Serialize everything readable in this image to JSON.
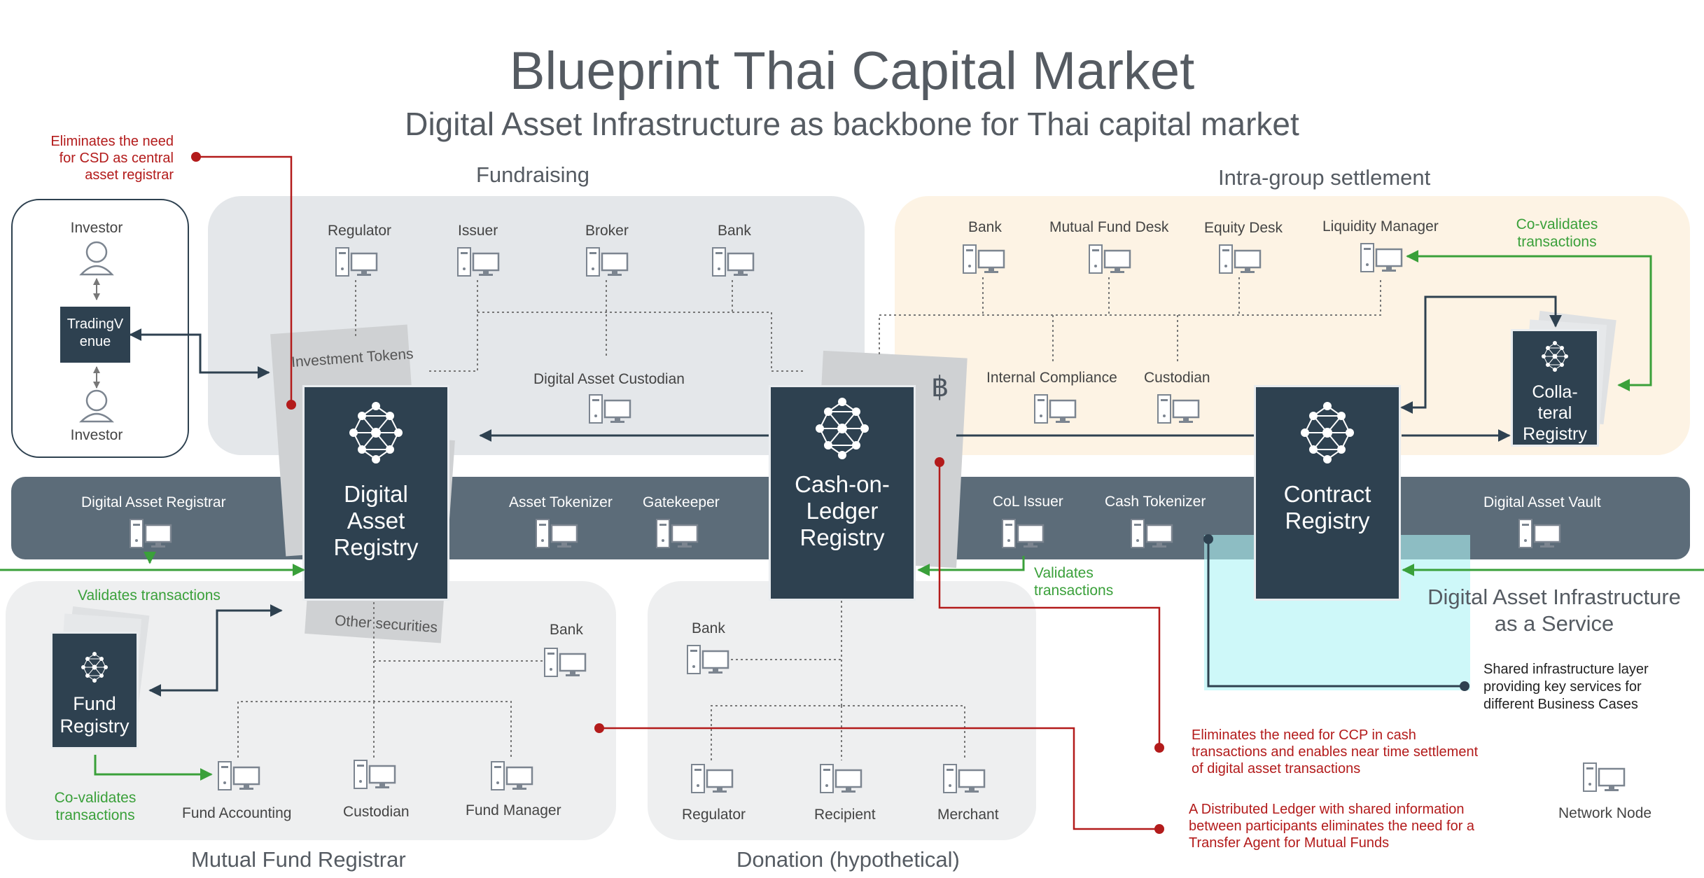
{
  "header": {
    "title": "Blueprint Thai Capital Market",
    "subtitle": "Digital Asset Infrastructure as backbone for Thai capital market"
  },
  "sections": {
    "fundraising": "Fundraising",
    "intra_group": "Intra-group settlement",
    "mutual_fund_registrar": "Mutual Fund Registrar",
    "donation": "Donation (hypothetical)"
  },
  "investor_box": {
    "investor_top": "Investor",
    "trading_venue_line1": "TradingV",
    "trading_venue_line2": "enue",
    "investor_bottom": "Investor"
  },
  "fundraising_nodes": {
    "regulator": "Regulator",
    "issuer": "Issuer",
    "broker": "Broker",
    "bank": "Bank",
    "digital_asset_custodian": "Digital Asset Custodian"
  },
  "intra_nodes": {
    "bank": "Bank",
    "mutual_fund_desk": "Mutual Fund Desk",
    "equity_desk": "Equity Desk",
    "liquidity_manager": "Liquidity Manager",
    "internal_compliance": "Internal Compliance",
    "custodian": "Custodian"
  },
  "infrastructure_band": {
    "digital_asset_registrar": "Digital Asset Registrar",
    "asset_tokenizer": "Asset Tokenizer",
    "gatekeeper": "Gatekeeper",
    "col_issuer": "CoL Issuer",
    "cash_tokenizer": "Cash Tokenizer",
    "digital_asset_vault": "Digital Asset Vault"
  },
  "registries": {
    "digital_asset": [
      "Digital",
      "Asset",
      "Registry"
    ],
    "cash_on_ledger": [
      "Cash-on-",
      "Ledger",
      "Registry"
    ],
    "contract": [
      "Contract",
      "Registry"
    ],
    "collateral": [
      "Colla-",
      "teral",
      "Registry"
    ],
    "fund": [
      "Fund",
      "Registry"
    ]
  },
  "cards": {
    "investment_tokens": "Investment Tokens",
    "other_securities": "Other securities",
    "baht_symbol": "฿"
  },
  "mutual_fund_nodes": {
    "bank": "Bank",
    "fund_accounting": "Fund Accounting",
    "custodian": "Custodian",
    "fund_manager": "Fund Manager"
  },
  "donation_nodes": {
    "bank": "Bank",
    "regulator": "Regulator",
    "recipient": "Recipient",
    "merchant": "Merchant"
  },
  "annotations": {
    "csd_line1": "Eliminates the need",
    "csd_line2": "for CSD as central",
    "csd_line3": "asset registrar",
    "co_validates_top_line1": "Co-validates",
    "co_validates_top_line2": "transactions",
    "validates_transactions_left": "Validates transactions",
    "validates_line1": "Validates",
    "validates_line2": "transactions",
    "co_validates_bottom_line1": "Co-validates",
    "co_validates_bottom_line2": "transactions",
    "daias_line1": "Digital Asset Infrastructure",
    "daias_line2": "as a Service",
    "shared_line1": "Shared infrastructure layer",
    "shared_line2": "providing key services for",
    "shared_line3": "different Business Cases",
    "ccp_line1": "Eliminates the need for CCP in cash",
    "ccp_line2": "transactions and enables near time settlement",
    "ccp_line3": "of digital asset transactions",
    "dlt_line1": "A Distributed Ledger with shared information",
    "dlt_line2": "between participants eliminates the need for a",
    "dlt_line3": "Transfer Agent for Mutual Funds",
    "network_node": "Network Node"
  },
  "colors": {
    "registry": "#2e4150",
    "band": "#5c6c79",
    "accent_red": "#b31b1b",
    "accent_green": "#3aa03a",
    "fundraising_bg": "#e4e7ea",
    "intra_bg": "#fdf3e4",
    "cyan_highlight": "#aef3f5"
  },
  "icons": {
    "computer": "computer-icon",
    "investor": "person-icon",
    "network": "network-icon"
  }
}
